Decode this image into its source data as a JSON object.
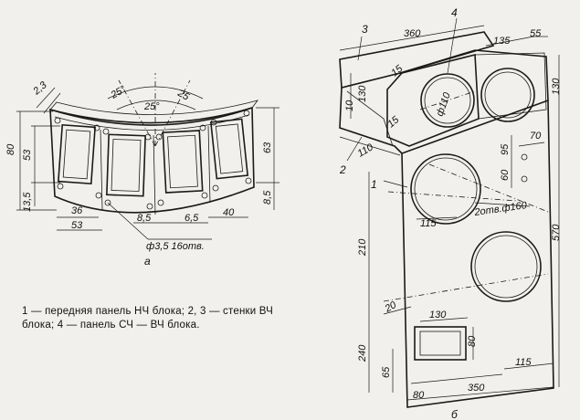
{
  "caption": "1 — передняя панель НЧ блока; 2, 3 — стенки ВЧ блока; 4 — панель СЧ — ВЧ блока.",
  "view_a": {
    "label": "а",
    "dims": {
      "d_2_3": "2,3",
      "angle_left": "25°",
      "angle_mid": "25°",
      "angle_right": "25",
      "d_80": "80",
      "d_53_left": "53",
      "d_13_5": "13,5",
      "d_36": "36",
      "d_53_bottom": "53",
      "d_8_5_bottom": "8,5",
      "d_6_5": "6,5",
      "d_40": "40",
      "d_63": "63",
      "d_8_5_right": "8,5",
      "d_holes": "ф3,5 16отв."
    }
  },
  "view_b": {
    "label": "б",
    "parts": {
      "p1": "1",
      "p2": "2",
      "p3": "3",
      "p4": "4"
    },
    "dims": {
      "d_360": "360",
      "d_135": "135",
      "d_55": "55",
      "d_15_top": "15",
      "d_130_left": "130",
      "d_130_right": "130",
      "d_10": "10",
      "d_15_mid": "15",
      "d_110_diam": "ф110",
      "d_110": "110",
      "d_95": "95",
      "d_70": "70",
      "d_60": "60",
      "d_115_left": "115",
      "d_holes160": "2отв.ф160",
      "d_570": "570",
      "d_210": "210",
      "d_20": "20",
      "d_130_bottom": "130",
      "d_80_right": "80",
      "d_240": "240",
      "d_65": "65",
      "d_115_bottom": "115",
      "d_80_bottom": "80",
      "d_350": "350"
    }
  }
}
